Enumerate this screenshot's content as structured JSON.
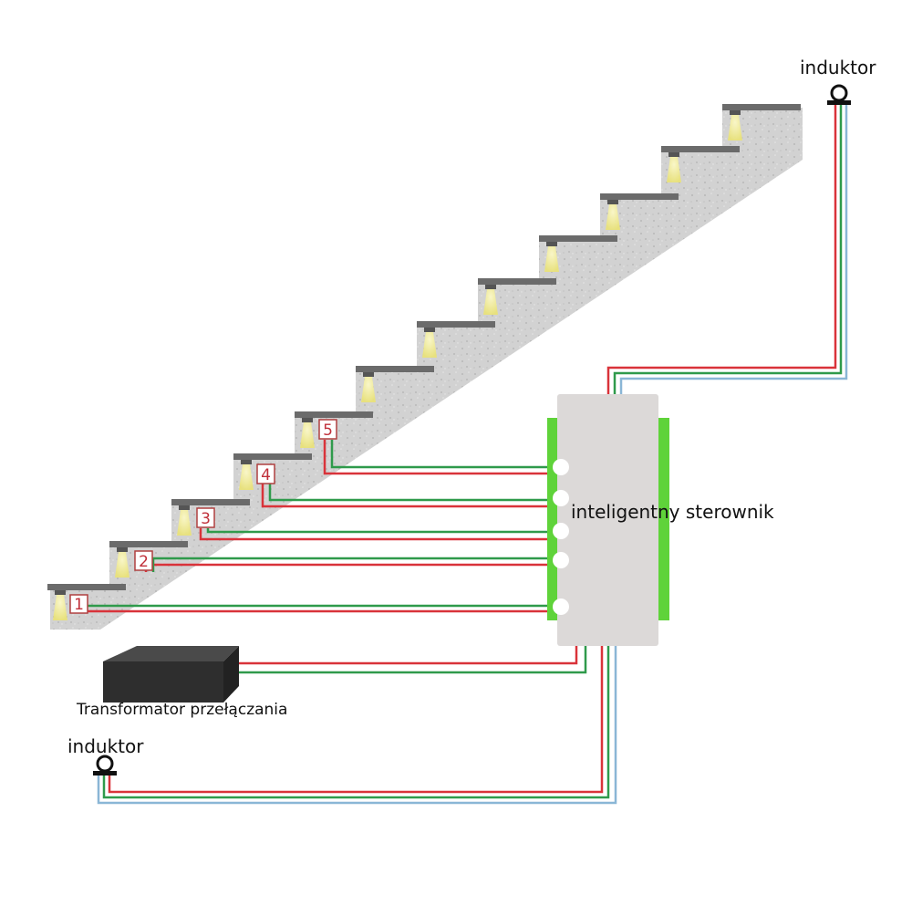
{
  "labels": {
    "inductor_top": "induktor",
    "inductor_bottom": "induktor",
    "controller": "inteligentny sterownik",
    "transformer": "Transformator przełączania"
  },
  "step_numbers": [
    "1",
    "2",
    "3",
    "4",
    "5"
  ],
  "colors": {
    "wire_red": "#d9333a",
    "wire_green": "#2f9a4b",
    "wire_blue": "#8ab6d6",
    "controller_body": "#dcd9d8",
    "controller_rails": "#5fd33a",
    "stair_fill": "#cfcfcf",
    "tread": "#6b6b6b",
    "lamp": "#f3ef9a",
    "transformer": "#2b2b2b"
  }
}
